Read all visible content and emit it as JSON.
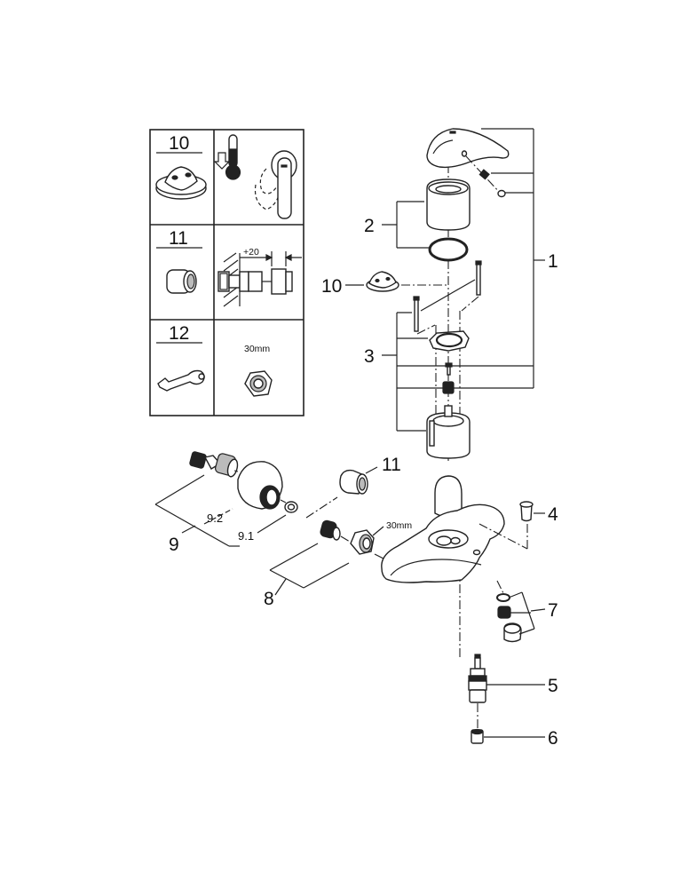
{
  "diagram": {
    "title": "Exploded parts view - single lever bath mixer",
    "legend_table": {
      "rows": [
        {
          "number": "10",
          "description_icon": "temperature-limiter-icon"
        },
        {
          "number": "11",
          "extension_label": "+20"
        },
        {
          "number": "12",
          "nut_size": "30mm"
        }
      ]
    },
    "callouts": {
      "c1": "1",
      "c2": "2",
      "c3": "3",
      "c4": "4",
      "c5": "5",
      "c6": "6",
      "c7": "7",
      "c8": "8",
      "c9": "9",
      "c9_1": "9.1",
      "c9_2": "9.2",
      "c10": "10",
      "c11": "11",
      "nut_size": "30mm"
    }
  }
}
